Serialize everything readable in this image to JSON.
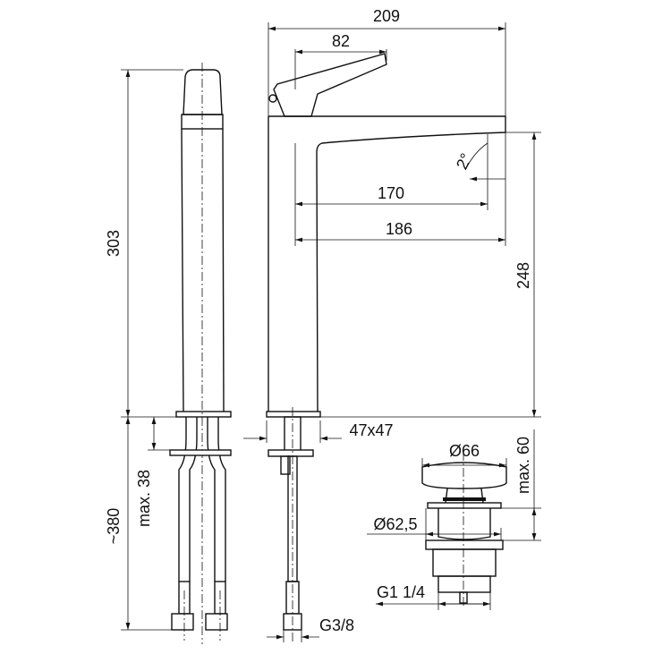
{
  "dimensions": {
    "overall_width": "209",
    "lever_length": "82",
    "spout_reach_170": "170",
    "spout_reach_186": "186",
    "spout_height": "248",
    "total_height": "303",
    "hose_length": "~380",
    "max_deck_thickness": "max. 38",
    "base_size": "47x47",
    "hose_thread": "G3/8",
    "spout_angle": "2°",
    "waste_cap_diameter": "Ø66",
    "waste_body_diameter": "Ø62,5",
    "waste_max_height": "max. 60",
    "waste_thread": "G1 1/4"
  }
}
